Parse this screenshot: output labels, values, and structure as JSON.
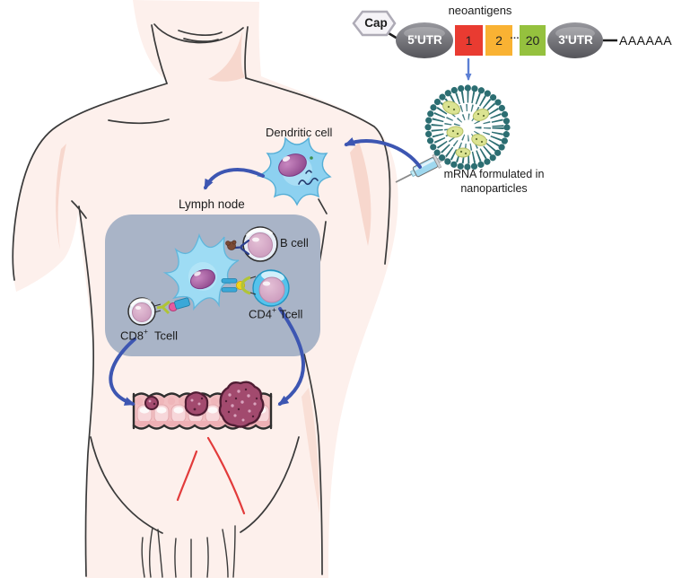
{
  "construct": {
    "cap": "Cap",
    "utr5": "5'UTR",
    "neoantigens_label": "neoantigens",
    "segment1": "1",
    "segment2": "2",
    "dots": "…",
    "segment20": "20",
    "utr3": "3'UTR",
    "polya": "AAAAAA",
    "colors": {
      "segment1": "#e93b31",
      "segment2": "#f9b233",
      "segment20": "#95c13e",
      "utr_gray": "#6a6a6f",
      "cap_fill": "#f5f3f7"
    }
  },
  "nanoparticle": {
    "caption": "mRNA formulated in\nnanoparticles",
    "shell_color": "#2c6e72",
    "cargo_color": "#dbe392"
  },
  "cells": {
    "dendritic_label": "Dendritic cell",
    "lymph_node_label": "Lymph node",
    "b_cell_label": "B cell",
    "cd4_prefix": "CD4",
    "cd8_prefix": "CD8",
    "sup": "+",
    "cd4_suffix": " Tcell",
    "cd8_suffix": "  Tcell"
  },
  "colors": {
    "arrow_blue": "#3d56b2",
    "light_arrow_blue": "#5c7fd4",
    "lymph_node_fill": "#a9b4c7",
    "body_fill": "#fdf0ec",
    "body_outline": "#3a3a3a",
    "intestine_wall": "#f2bfc2",
    "tumor_fill": "#a24a6e",
    "cell_blue": "#8dd1f0",
    "nucleus_purple": "#8d3f8c",
    "t_cell_pink": "#c893ba"
  }
}
